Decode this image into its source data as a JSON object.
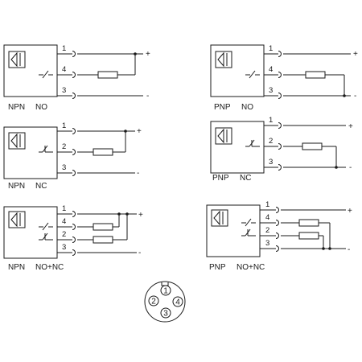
{
  "diagrams": {
    "npn_no": {
      "type_label": "NPN",
      "mode_label": "NO",
      "pins": [
        "1",
        "4",
        "3"
      ],
      "plus": "+",
      "minus": "-"
    },
    "pnp_no": {
      "type_label": "PNP",
      "mode_label": "NO",
      "pins": [
        "1",
        "4",
        "3"
      ],
      "plus": "+",
      "minus": "-"
    },
    "npn_nc": {
      "type_label": "NPN",
      "mode_label": "NC",
      "pins": [
        "1",
        "2",
        "3"
      ],
      "plus": "+",
      "minus": "-"
    },
    "pnp_nc": {
      "type_label": "PNP",
      "mode_label": "NC",
      "pins": [
        "1",
        "2",
        "3"
      ],
      "plus": "+",
      "minus": "-"
    },
    "npn_no_nc": {
      "type_label": "NPN",
      "mode_label": "NO+NC",
      "pins": [
        "1",
        "4",
        "2",
        "3"
      ],
      "plus": "+",
      "minus": "-"
    },
    "pnp_no_nc": {
      "type_label": "PNP",
      "mode_label": "NO+NC",
      "pins": [
        "1",
        "4",
        "2",
        "3"
      ],
      "plus": "+",
      "minus": "-"
    }
  },
  "connector": {
    "pins": [
      "1",
      "2",
      "3",
      "4"
    ]
  }
}
